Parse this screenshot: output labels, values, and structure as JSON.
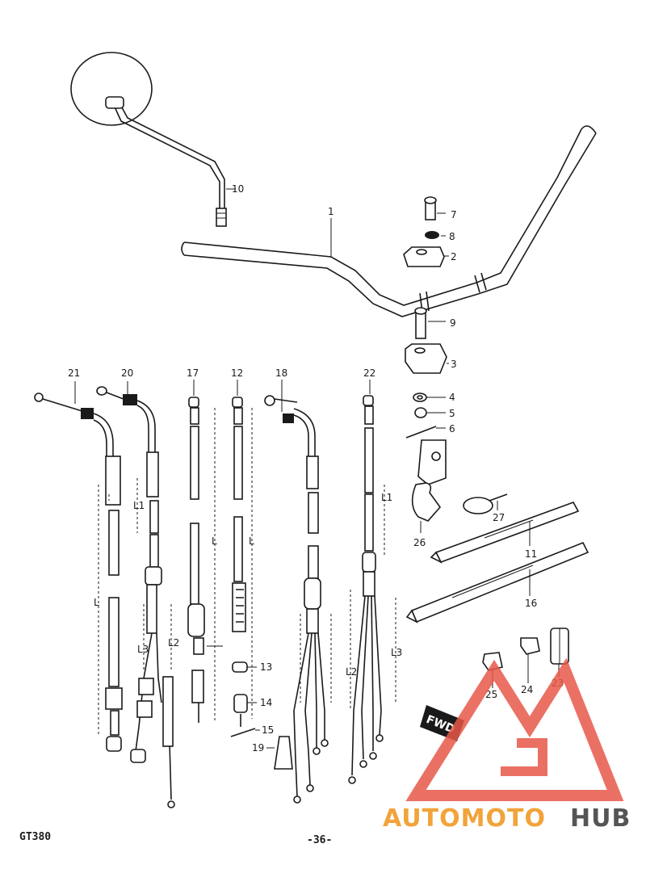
{
  "diagram": {
    "part_labels": {
      "p1": "1",
      "p2": "2",
      "p3": "3",
      "p4": "4",
      "p5": "5",
      "p6": "6",
      "p7": "7",
      "p8": "8",
      "p9": "9",
      "p10": "10",
      "p11": "11",
      "p12": "12",
      "p13": "13",
      "p14": "14",
      "p15": "15",
      "p16": "16",
      "p17": "17",
      "p18": "18",
      "p19": "19",
      "p20": "20",
      "p21": "21",
      "p22": "22",
      "p23": "23",
      "p24": "24",
      "p25": "25",
      "p26": "26",
      "p27": "27"
    },
    "dimension_labels": {
      "L": "L",
      "L1": "L1",
      "L2": "L2",
      "L3": "L3"
    },
    "fwd_tag": "FWD"
  },
  "footer": {
    "model": "GT380",
    "page": "-36-"
  },
  "watermark": {
    "text_a": "AUTOMOTO",
    "text_b": "HUB",
    "color_red": "#e8584a",
    "color_orange": "#f2a33a",
    "color_gray": "#555555"
  }
}
